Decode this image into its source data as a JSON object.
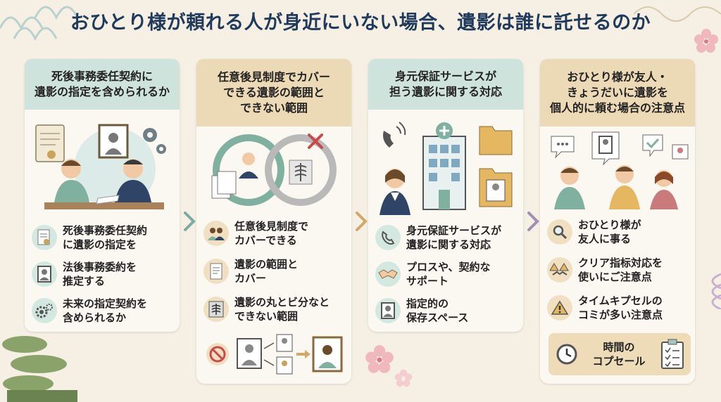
{
  "title": "おひとり様が頼れる人が身近にいない場合、遺影は誰に託せるのか",
  "columns": [
    {
      "heading": [
        "死後事務委任契約に",
        "遺影の指定を含められるか"
      ],
      "items": [
        {
          "icon": "contract-icon",
          "lines": [
            "死後事務委任契約",
            "に遺影の指定を"
          ]
        },
        {
          "icon": "portrait-icon",
          "lines": [
            "法後事務委約を",
            "推定する"
          ]
        },
        {
          "icon": "gear-icon",
          "lines": [
            "未来の指定契約を",
            "含められるか"
          ]
        }
      ]
    },
    {
      "heading": [
        "任意後見制度でカバー",
        "できる遺影の範囲と",
        "できない範囲"
      ],
      "items": [
        {
          "icon": "people-icon",
          "lines": [
            "任意後見制度で",
            "カバーできる"
          ]
        },
        {
          "icon": "document-icon",
          "lines": [
            "遺影の範囲と",
            "カバー"
          ]
        },
        {
          "icon": "xray-icon",
          "lines": [
            "遺影の丸とビ分なと",
            "できない範囲"
          ]
        }
      ]
    },
    {
      "heading": [
        "身元保証サービスが",
        "担う遺影に関する対応"
      ],
      "items": [
        {
          "icon": "phone-icon",
          "lines": [
            "身元保証サービスが",
            "遺影に関する対応"
          ]
        },
        {
          "icon": "handshake-icon",
          "lines": [
            "プロスや、契約な",
            "サポート"
          ]
        },
        {
          "icon": "frame-icon",
          "lines": [
            "指定的の",
            "保存スペース"
          ]
        }
      ]
    },
    {
      "heading": [
        "おひとり様が友人・",
        "きょうだいに遺影を",
        "個人的に頼む場合の注意点"
      ],
      "items": [
        {
          "icon": "magnifier-icon",
          "lines": [
            "おひとり様が",
            "友人に事る"
          ]
        },
        {
          "icon": "warning-handshake-icon",
          "lines": [
            "クリア指标対応を",
            "使いにご注意点"
          ]
        },
        {
          "icon": "warning-icon",
          "lines": [
            "タイムキプセルの",
            "コミが多い注意点"
          ]
        }
      ],
      "footer": {
        "icon": "clock-icon",
        "lines": [
          "時間の",
          "コプセール"
        ],
        "side_icon": "checklist-icon"
      }
    }
  ],
  "colors": {
    "title": "#1f3a5a",
    "teal": "#cfe3dd",
    "tan": "#ecd9b6",
    "background": "#f5efe4"
  }
}
